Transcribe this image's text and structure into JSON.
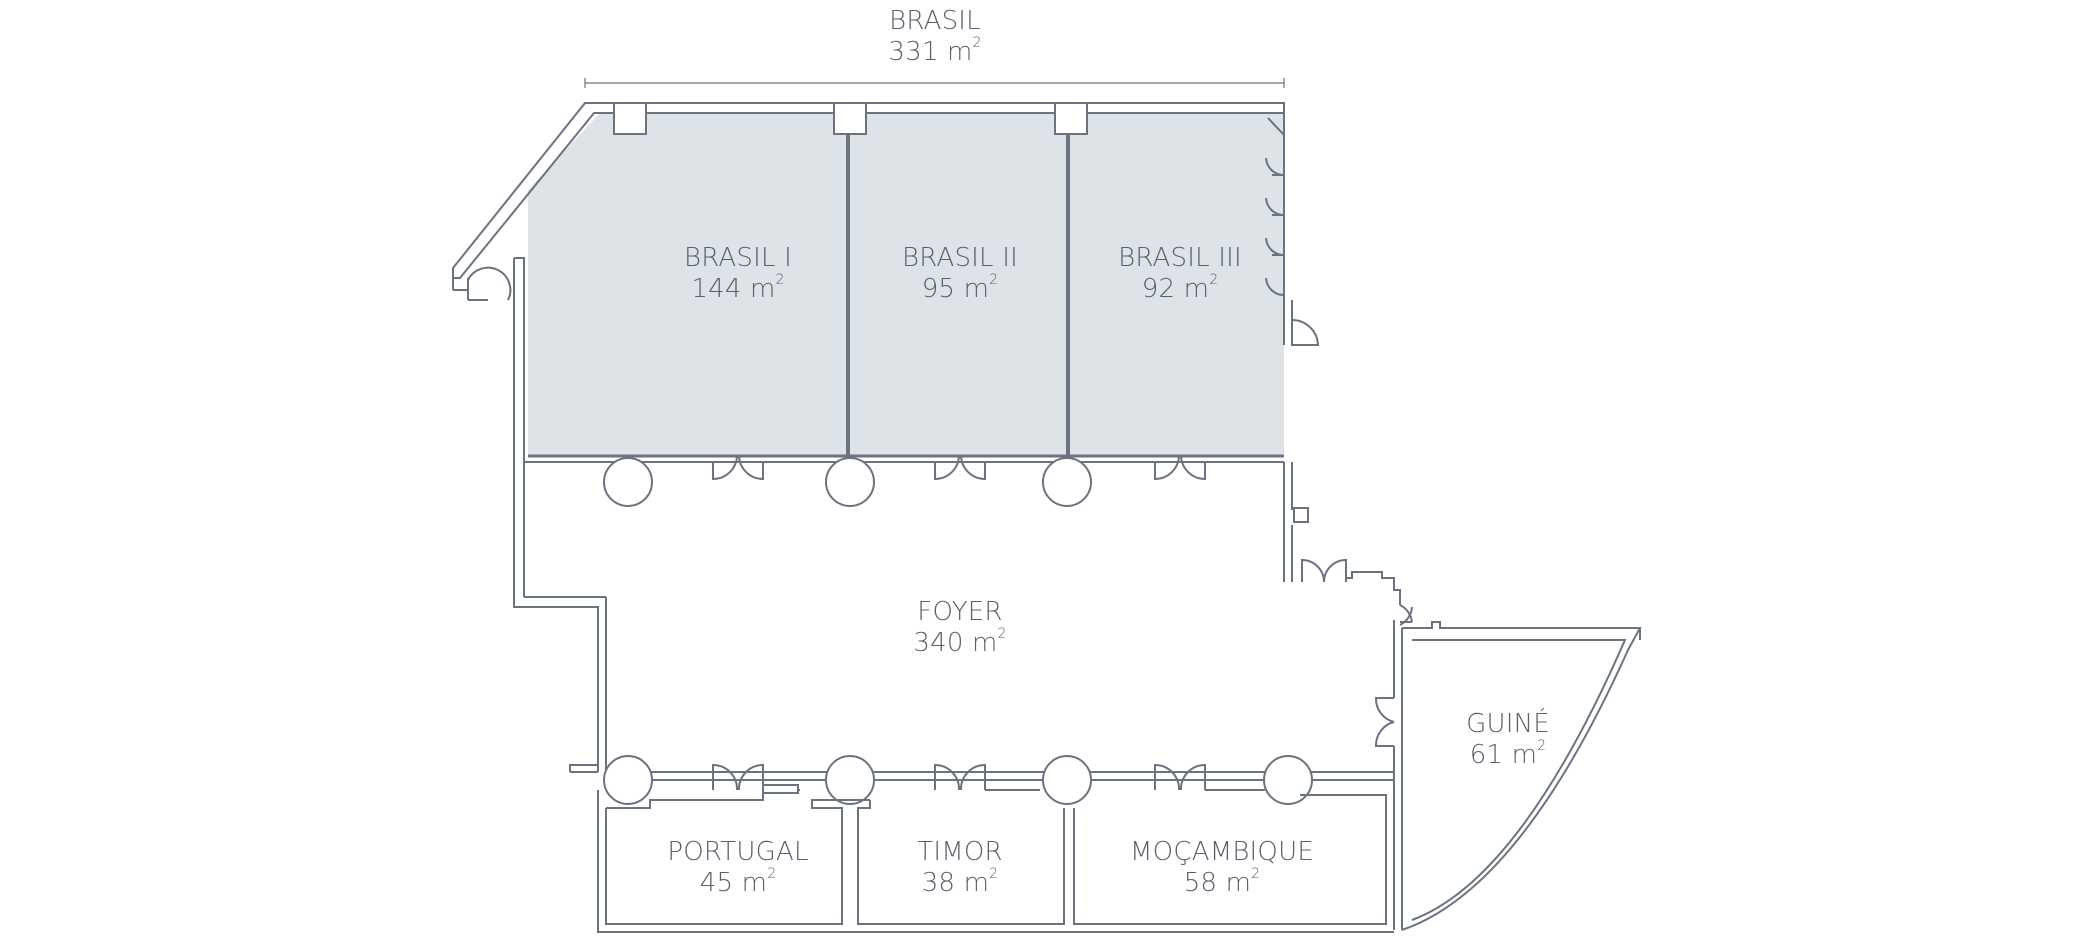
{
  "title": {
    "name": "BRASIL",
    "area": "331 m",
    "unit_sup": "2"
  },
  "rooms": [
    {
      "id": "brasil-1",
      "name": "BRASIL I",
      "area": "144 m",
      "unit_sup": "2"
    },
    {
      "id": "brasil-2",
      "name": "BRASIL II",
      "area": "95 m",
      "unit_sup": "2"
    },
    {
      "id": "brasil-3",
      "name": "BRASIL III",
      "area": "92 m",
      "unit_sup": "2"
    },
    {
      "id": "foyer",
      "name": "FOYER",
      "area": "340 m",
      "unit_sup": "2"
    },
    {
      "id": "guine",
      "name": "GUINÉ",
      "area": "61 m",
      "unit_sup": "2"
    },
    {
      "id": "portugal",
      "name": "PORTUGAL",
      "area": "45 m",
      "unit_sup": "2"
    },
    {
      "id": "timor",
      "name": "TIMOR",
      "area": "38 m",
      "unit_sup": "2"
    },
    {
      "id": "mocambique",
      "name": "MOÇAMBIQUE",
      "area": "58 m",
      "unit_sup": "2"
    }
  ],
  "colors": {
    "wall": "#6b7380",
    "highlight_fill": "#dde3e6",
    "text": "#59606c",
    "background": "#ffffff"
  }
}
